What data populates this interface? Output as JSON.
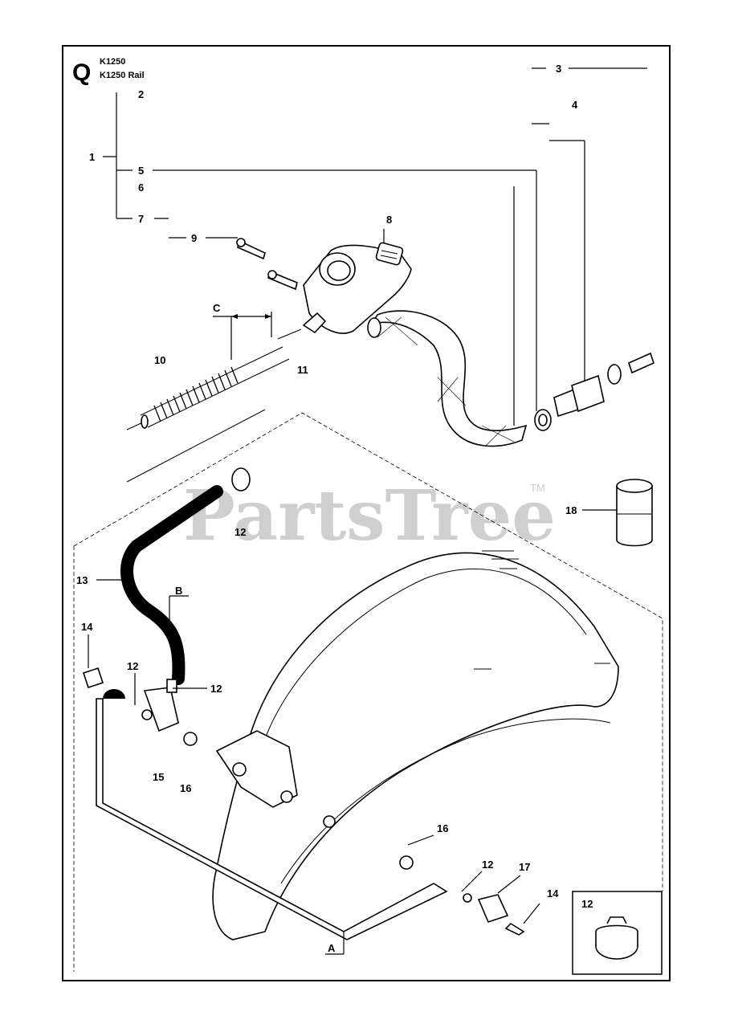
{
  "header": {
    "section_letter": "Q",
    "model_lines": [
      "K1250",
      "K1250 Rail"
    ]
  },
  "watermark": {
    "text": "PartsTree",
    "trademark": "TM"
  },
  "callouts": {
    "p1": "1",
    "p2": "2",
    "p3": "3",
    "p4": "4",
    "p5": "5",
    "p6": "6",
    "p7": "7",
    "p8": "8",
    "p9": "9",
    "p10": "10",
    "p11": "11",
    "p12a": "12",
    "p12b": "12",
    "p12c": "12",
    "p12d": "12",
    "p12e": "12",
    "p13": "13",
    "p14a": "14",
    "p14b": "14",
    "p15": "15",
    "p16a": "16",
    "p16b": "16",
    "p17": "17",
    "p18": "18",
    "refA": "A",
    "refB": "B",
    "refC": "C"
  },
  "inset": {
    "label": "12"
  }
}
